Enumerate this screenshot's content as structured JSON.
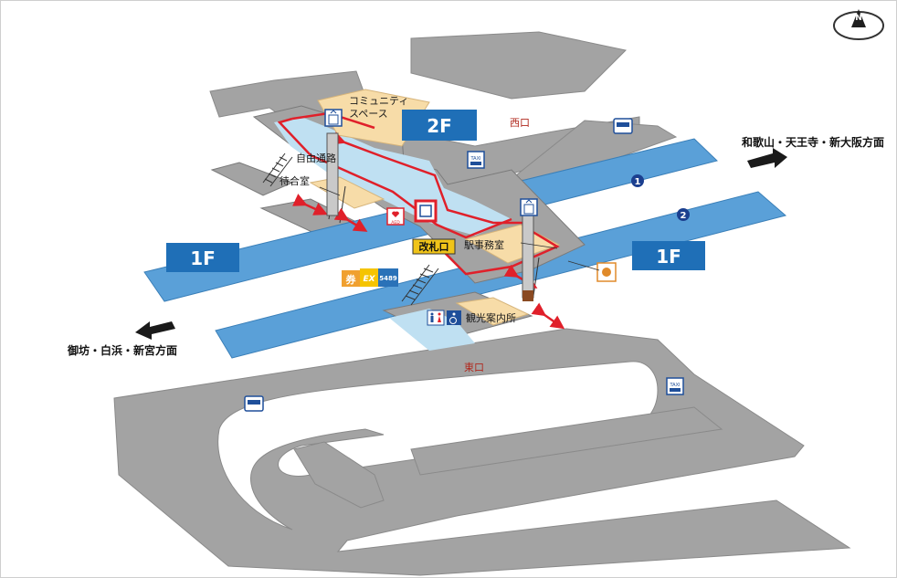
{
  "floors": {
    "upper": "2F",
    "lower_left": "1F",
    "lower_right": "1F"
  },
  "labels": {
    "community_space": [
      "コミュニティ",
      "スペース"
    ],
    "west_exit": "西口",
    "east_exit": "東口",
    "free_passage": "自由通路",
    "waiting_room": "待合室",
    "ticket_gate": "改札口",
    "station_office": "駅事務室",
    "tourist_info": "観光案内所"
  },
  "directions": {
    "northbound": "和歌山・天王寺・新大阪方面",
    "southbound": "御坊・白浜・新宮方面"
  },
  "tracks": [
    "1",
    "2"
  ],
  "icons": {
    "taxi": "TAXI",
    "aed": "AED",
    "ticket_machine": "券",
    "ex_machine": "EX",
    "ic_card": "5489",
    "compass": "N"
  },
  "colors": {
    "ground": "#9c9c9c",
    "track": "#5aa0d8",
    "concourse": "#bfe0f2",
    "room": "#f7dca8",
    "route": "#e0202a",
    "floor_badge": "#1f6fb7",
    "gate_badge": "#f0c419"
  }
}
